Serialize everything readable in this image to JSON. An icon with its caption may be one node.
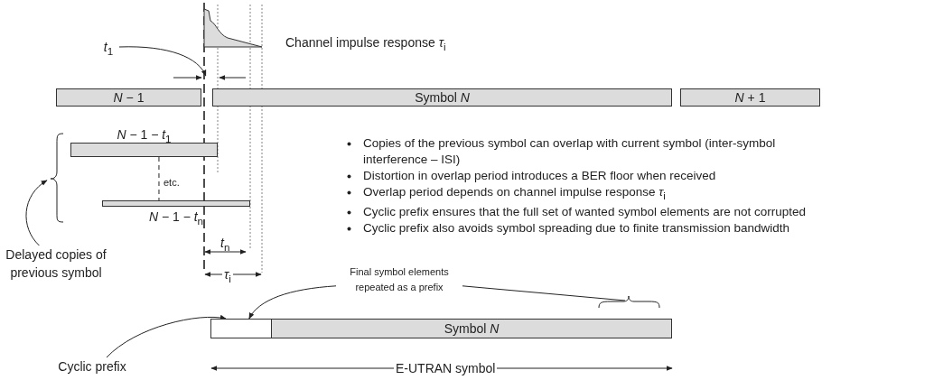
{
  "diagram": {
    "nodes": [
      {
        "text": [
          "*t*$_{1}$"
        ]
      },
      {
        "text": [
          "*N* − 1"
        ]
      },
      {
        "text": [
          "Symbol *N*"
        ]
      },
      {
        "text": [
          "*N* + 1"
        ]
      },
      {
        "text": [
          "*N* − 1 − *t*$_{1}$"
        ]
      },
      {
        "text": [
          "*N* − 1 − *t*$_{n}$"
        ]
      },
      {
        "text": [
          "Delayed copies of previous symbol"
        ]
      },
      {
        "text": [
          "Final symbol elements repeated as a prefix"
        ]
      },
      {
        "text": [],
        "shape": "box"
      },
      {
        "text": [
          "Symbol *N*"
        ]
      },
      {
        "text": [
          "Cyclic prefix"
        ]
      }
    ],
    "edges": [
      {
        "from": 0,
        "to": 1,
        "arrow": "to"
      },
      {
        "from": 6,
        "to": 4,
        "arrow": "to"
      },
      {
        "from": 7,
        "to": 8,
        "arrow": "to"
      },
      {
        "from": 7,
        "to": 9,
        "arrow": "none"
      },
      {
        "from": 10,
        "to": 8,
        "arrow": "to"
      },
      {
        "from": 4,
        "to": 5,
        "arrow": "none",
        "style": "dashed"
      }
    ],
    "labels": [
      "Channel impulse response *τ*$_{i}$",
      "etc.",
      "Copies of the previous symbol can overlap with current symbol (inter-symbol interference – ISI)",
      "Distortion in overlap period introduces a BER floor when received",
      "Overlap period depends on channel impulse response *τ*$_{i}$",
      "Cyclic prefix ensures that the full set of wanted symbol elements are not corrupted",
      "Cyclic prefix also avoids symbol spreading due to finite transmission bandwidth",
      "*t*$_{n}$",
      "*τ*$_{i}$",
      "E-UTRAN symbol"
    ]
  }
}
